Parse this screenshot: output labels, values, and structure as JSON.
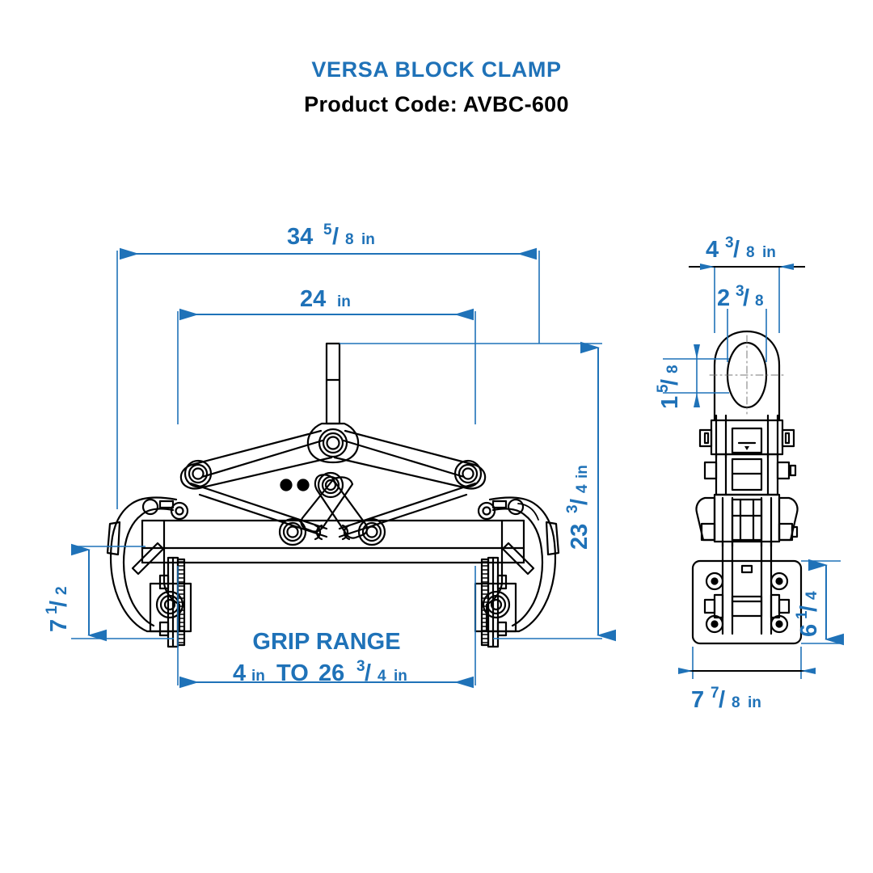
{
  "header": {
    "product_name": "VERSA BLOCK CLAMP",
    "product_code_line": "Product Code: AVBC-600"
  },
  "colors": {
    "accent_blue": "#1f72b8",
    "line_black": "#000000",
    "background": "#ffffff"
  },
  "front_view": {
    "overall_width": {
      "whole": "34",
      "numerator": "5",
      "denominator": "8",
      "unit": "in"
    },
    "inner_width": {
      "whole": "24",
      "numerator": "",
      "denominator": "",
      "unit": "in"
    },
    "overall_height": {
      "whole": "23",
      "numerator": "3",
      "denominator": "4",
      "unit": "in"
    },
    "jaw_height": {
      "whole": "7",
      "numerator": "1",
      "denominator": "2",
      "unit": ""
    },
    "grip_range_label": "GRIP RANGE",
    "grip_range_min": {
      "whole": "4",
      "numerator": "",
      "denominator": "",
      "unit": "in"
    },
    "grip_range_to": "TO",
    "grip_range_max": {
      "whole": "26",
      "numerator": "3",
      "denominator": "4",
      "unit": "in"
    }
  },
  "side_view": {
    "overall_depth": {
      "whole": "4",
      "numerator": "3",
      "denominator": "8",
      "unit": "in"
    },
    "inner_depth": {
      "whole": "2",
      "numerator": "3",
      "denominator": "8",
      "unit": ""
    },
    "eye_height": {
      "whole": "1",
      "numerator": "5",
      "denominator": "8",
      "unit": ""
    },
    "pad_height": {
      "whole": "6",
      "numerator": "1",
      "denominator": "4",
      "unit": ""
    },
    "pad_width": {
      "whole": "7",
      "numerator": "7",
      "denominator": "8",
      "unit": "in"
    }
  }
}
